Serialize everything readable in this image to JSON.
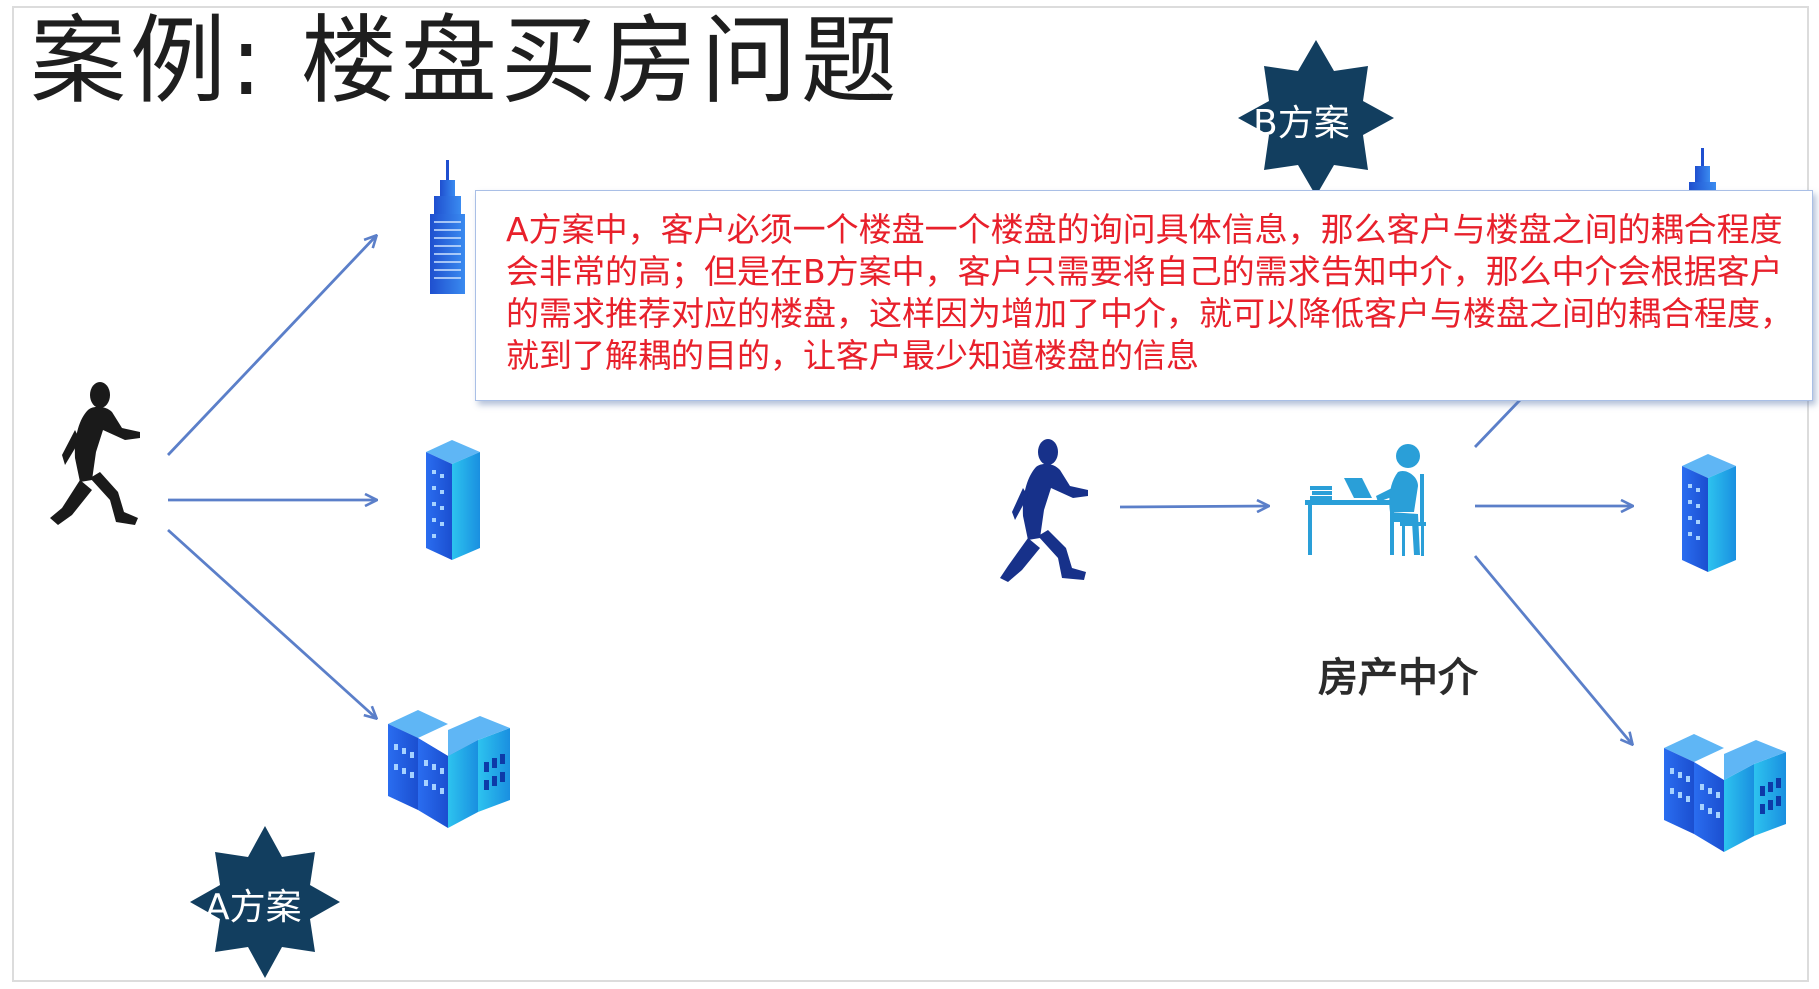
{
  "title": "案例:  楼盘买房问题",
  "badges": {
    "a": "A方案",
    "b": "B方案"
  },
  "callout": {
    "text": "A方案中，客户必须一个楼盘一个楼盘的询问具体信息，那么客户与楼盘之间的耦合程度会非常的高；但是在B方案中，客户只需要将自己的需求告知中介，那么中介会根据客户的需求推荐对应的楼盘，这样因为增加了中介，就可以降低客户与楼盘之间的耦合程度，就到了解耦的目的，让客户最少知道楼盘的信息"
  },
  "agency_label": "房产中介",
  "colors": {
    "arrow": "#5b7fc9",
    "badge": "#123e5f",
    "callout_text": "#e8202b",
    "person_a": "#1a1a1a",
    "person_b": "#17318a",
    "agent": "#2a9fd8",
    "building_blue": "#1c5fe0"
  }
}
